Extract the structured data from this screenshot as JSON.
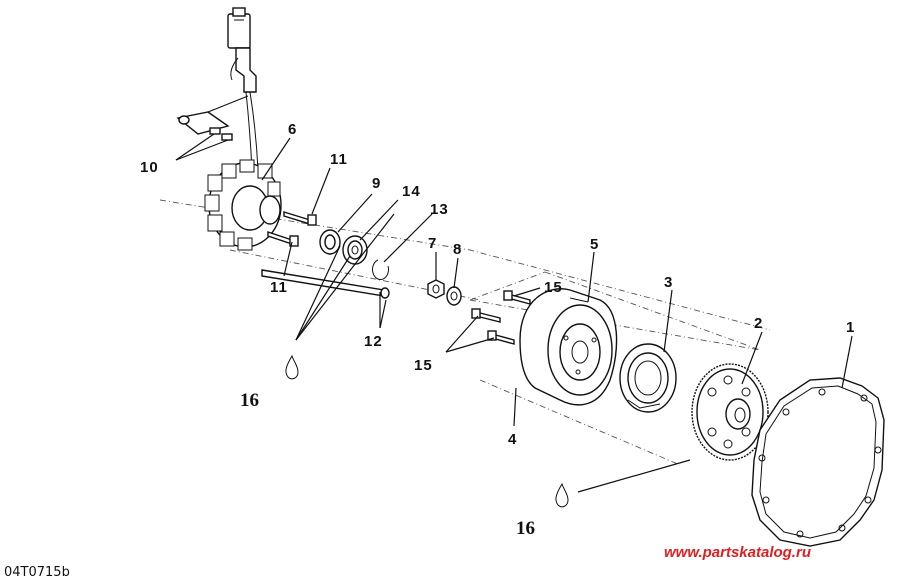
{
  "diagram": {
    "drawing_code": "04T0715b",
    "watermark": "www.partskatalog.ru",
    "callouts": [
      {
        "id": "c1",
        "label": "1"
      },
      {
        "id": "c2",
        "label": "2"
      },
      {
        "id": "c3",
        "label": "3"
      },
      {
        "id": "c4",
        "label": "4"
      },
      {
        "id": "c5",
        "label": "5"
      },
      {
        "id": "c6",
        "label": "6"
      },
      {
        "id": "c7",
        "label": "7"
      },
      {
        "id": "c8",
        "label": "8"
      },
      {
        "id": "c9",
        "label": "9"
      },
      {
        "id": "c10",
        "label": "10"
      },
      {
        "id": "c11a",
        "label": "11"
      },
      {
        "id": "c11b",
        "label": "11"
      },
      {
        "id": "c12",
        "label": "12"
      },
      {
        "id": "c13",
        "label": "13"
      },
      {
        "id": "c14",
        "label": "14"
      },
      {
        "id": "c15a",
        "label": "15"
      },
      {
        "id": "c15b",
        "label": "15"
      },
      {
        "id": "c16a",
        "label": "16"
      },
      {
        "id": "c16b",
        "label": "16"
      }
    ],
    "colors": {
      "line": "#111111",
      "watermark": "#e02020",
      "background": "#ffffff"
    }
  }
}
